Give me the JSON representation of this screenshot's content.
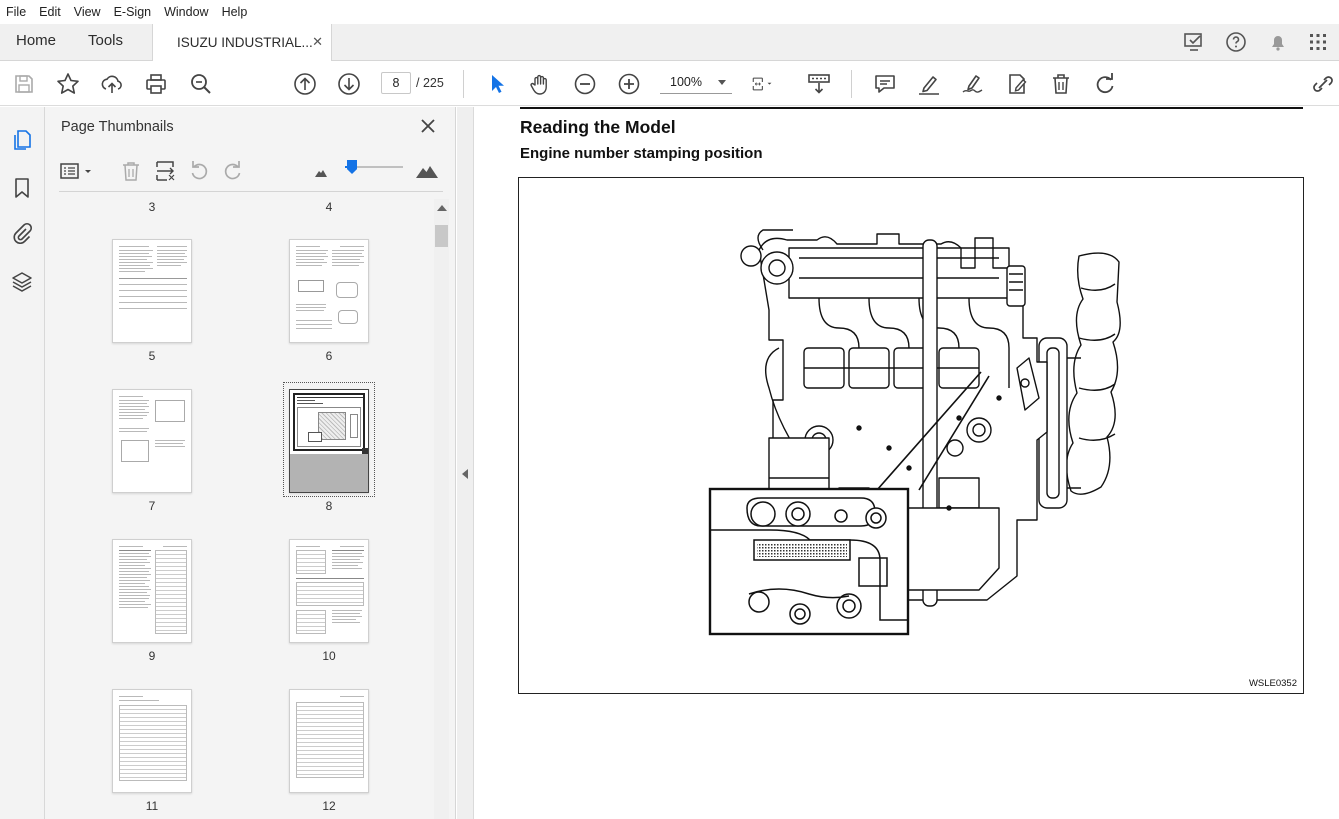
{
  "menu": [
    "File",
    "Edit",
    "View",
    "E-Sign",
    "Window",
    "Help"
  ],
  "tabs": {
    "home": "Home",
    "tools": "Tools",
    "document": "ISUZU INDUSTRIAL...",
    "close_symbol": "✕"
  },
  "toolbar": {
    "current_page": "8",
    "total_pages": "/  225",
    "zoom": "100%"
  },
  "panel": {
    "title": "Page Thumbnails",
    "top_labels": [
      "3",
      "4"
    ],
    "thumbnails": [
      {
        "label": "5"
      },
      {
        "label": "6"
      },
      {
        "label": "7"
      },
      {
        "label": "8",
        "active": true
      },
      {
        "label": "9"
      },
      {
        "label": "10"
      },
      {
        "label": "11"
      },
      {
        "label": "12"
      }
    ],
    "zoom_slider_percent": 12
  },
  "document": {
    "heading": "Reading the Model",
    "subheading": "Engine number stamping position",
    "figure_code": "WSLE0352"
  },
  "colors": {
    "accent": "#1473e6",
    "tab_bg": "#f0f0f0",
    "panel_bg": "#f4f4f4"
  },
  "icons": {
    "save": "save-icon",
    "bookmark_star": "star-icon",
    "upload": "upload-icon",
    "print": "print-icon",
    "find": "zoom-search-icon",
    "prev_page": "page-up-icon",
    "next_page": "page-down-icon",
    "select": "cursor-icon",
    "hand": "hand-icon",
    "zoom_out": "zoom-out-icon",
    "zoom_in": "zoom-in-icon"
  }
}
